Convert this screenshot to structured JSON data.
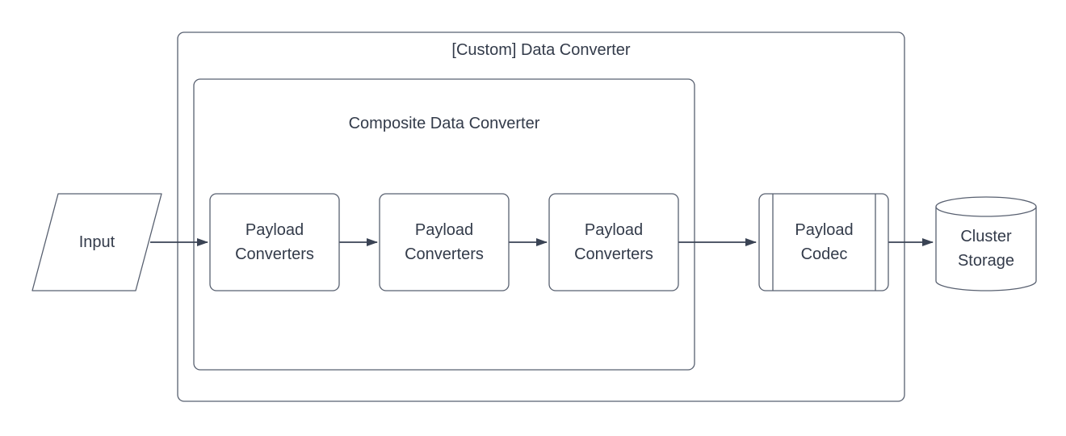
{
  "diagram": {
    "colors": {
      "shape_stroke": "#586070",
      "arrow": "#3a4354",
      "text": "#333b4a",
      "fill": "#ffffff"
    },
    "containers": [
      {
        "id": "custom-data-converter",
        "label": "[Custom] Data Converter",
        "shape": "rectangle"
      },
      {
        "id": "composite-data-converter",
        "label": "Composite Data Converter",
        "shape": "rectangle",
        "parent": "custom-data-converter"
      }
    ],
    "nodes": [
      {
        "id": "input",
        "label": "Input",
        "shape": "parallelogram"
      },
      {
        "id": "payload-converters-1",
        "label": "Payload\nConverters",
        "shape": "rounded-rectangle",
        "parent": "composite-data-converter"
      },
      {
        "id": "payload-converters-2",
        "label": "Payload\nConverters",
        "shape": "rounded-rectangle",
        "parent": "composite-data-converter"
      },
      {
        "id": "payload-converters-3",
        "label": "Payload\nConverters",
        "shape": "rounded-rectangle",
        "parent": "composite-data-converter"
      },
      {
        "id": "payload-codec",
        "label": "Payload\nCodec",
        "shape": "predefined-process",
        "parent": "custom-data-converter"
      },
      {
        "id": "cluster-storage",
        "label": "Cluster\nStorage",
        "shape": "cylinder"
      }
    ],
    "edges": [
      {
        "from": "input",
        "to": "payload-converters-1"
      },
      {
        "from": "payload-converters-1",
        "to": "payload-converters-2"
      },
      {
        "from": "payload-converters-2",
        "to": "payload-converters-3"
      },
      {
        "from": "payload-converters-3",
        "to": "payload-codec"
      },
      {
        "from": "payload-codec",
        "to": "cluster-storage"
      }
    ]
  }
}
